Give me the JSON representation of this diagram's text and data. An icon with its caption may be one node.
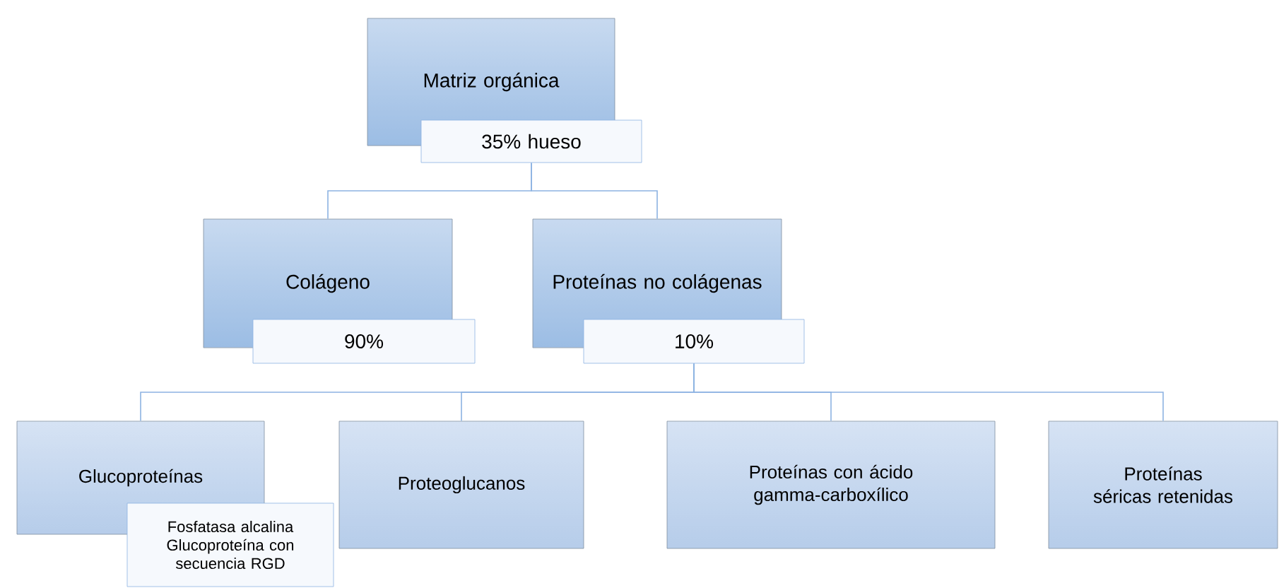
{
  "diagram": {
    "nodes": [
      {
        "text": [
          "Matriz orgánica"
        ]
      },
      {
        "text": [
          "35% hueso"
        ]
      },
      {
        "text": [
          "Colágeno"
        ]
      },
      {
        "text": [
          "90%"
        ]
      },
      {
        "text": [
          "Proteínas no colágenas"
        ]
      },
      {
        "text": [
          "10%"
        ]
      },
      {
        "text": [
          "Glucoproteínas"
        ]
      },
      {
        "text": [
          "Fosfatasa alcalina",
          "Glucoproteína con secuencia RGD"
        ]
      },
      {
        "text": [
          "Proteoglucanos"
        ]
      },
      {
        "text": [
          "Proteínas con ácido gamma-carboxílico"
        ]
      },
      {
        "text": [
          "Proteínas séricas retenidas"
        ]
      }
    ],
    "edges": [
      {
        "from": 1,
        "to": 2,
        "arrow": "none"
      },
      {
        "from": 1,
        "to": 4,
        "arrow": "none"
      },
      {
        "from": 5,
        "to": 6,
        "arrow": "none"
      },
      {
        "from": 5,
        "to": 8,
        "arrow": "none"
      },
      {
        "from": 5,
        "to": 9,
        "arrow": "none"
      },
      {
        "from": 5,
        "to": 10,
        "arrow": "none"
      }
    ]
  }
}
